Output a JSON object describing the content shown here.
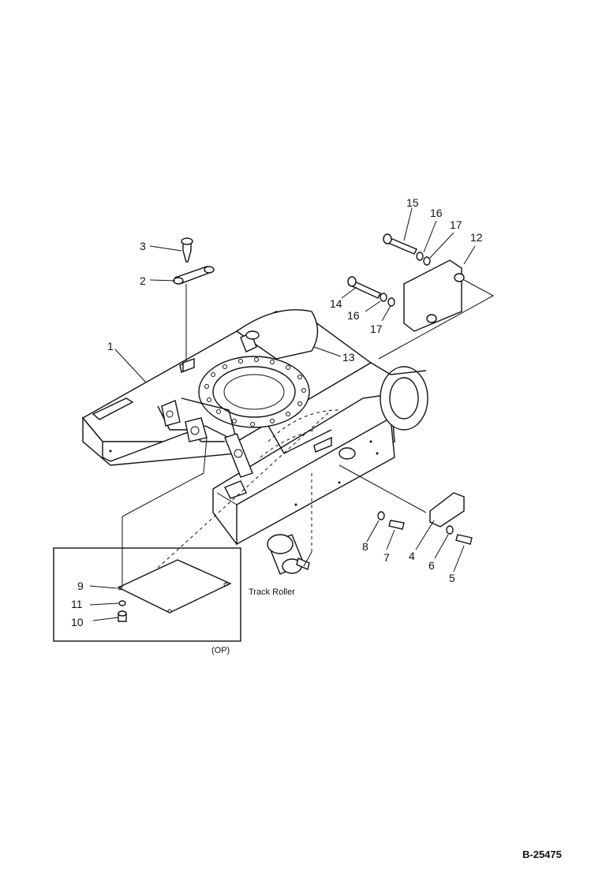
{
  "labels": {
    "p1": "1",
    "p2": "2",
    "p3": "3",
    "p4": "4",
    "p5": "5",
    "p6": "6",
    "p7": "7",
    "p8": "8",
    "p9": "9",
    "p10": "10",
    "p11": "11",
    "p12": "12",
    "p13": "13",
    "p14": "14",
    "p15": "15",
    "p16a": "16",
    "p16b": "16",
    "p17a": "17",
    "p17b": "17"
  },
  "track_roller_label": "Track Roller",
  "option_label": "(OP)",
  "reference_code": "B-25475"
}
